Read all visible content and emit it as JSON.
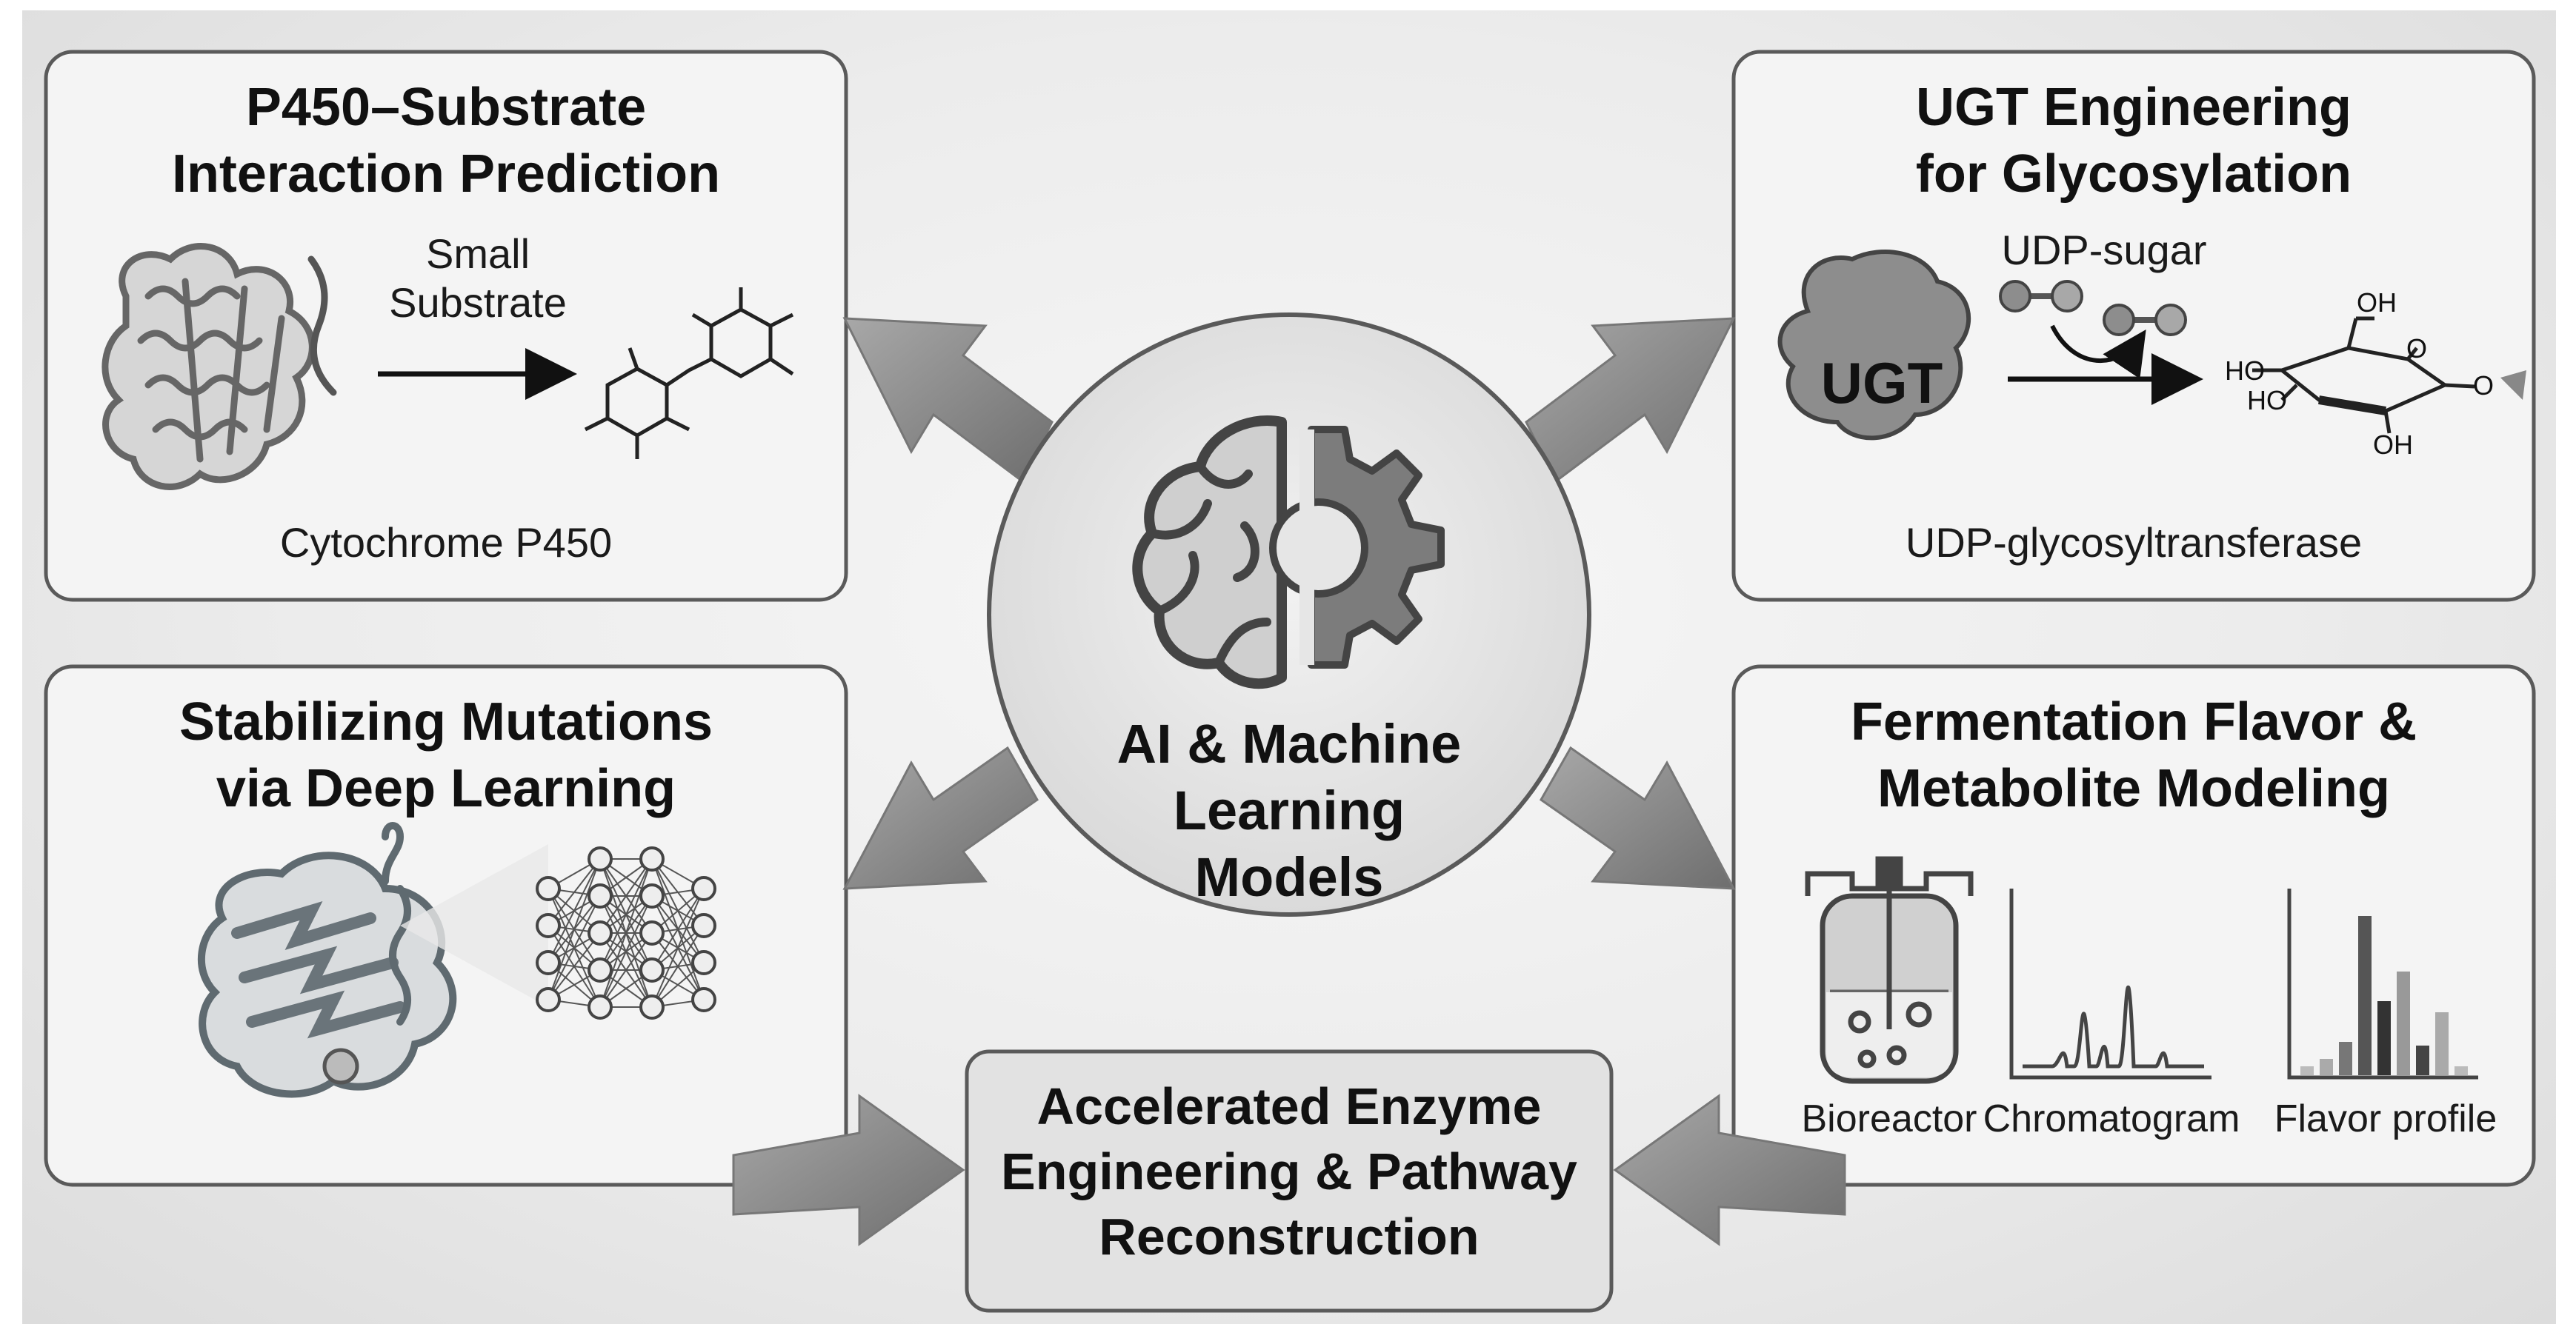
{
  "center": {
    "title_line1": "AI & Machine",
    "title_line2": "Learning Models",
    "icon": "brain-gear-icon"
  },
  "p450": {
    "title_line1": "P450–Substrate",
    "title_line2": "Interaction Prediction",
    "arrow_label_line1": "Small",
    "arrow_label_line2": "Substrate",
    "caption": "Cytochrome P450"
  },
  "ugt": {
    "title_line1": "UGT Engineering",
    "title_line2": "for Glycosylation",
    "enzyme_label": "UGT",
    "cofactor_label": "UDP-sugar",
    "caption": "UDP-glycosyltransferase",
    "oh_labels": [
      "OH",
      "HO",
      "HO",
      "OH",
      "O",
      "O"
    ]
  },
  "stabilizing": {
    "title_line1": "Stabilizing Mutations",
    "title_line2": "via Deep Learning"
  },
  "fermentation": {
    "title_line1": "Fermentation Flavor &",
    "title_line2": "Metabolite Modeling",
    "labels": [
      "Bioreactor",
      "Chromatogram",
      "Flavor profile"
    ]
  },
  "accelerated": {
    "title_line1": "Accelerated Enzyme",
    "title_line2": "Engineering & Pathway",
    "title_line3": "Reconstruction"
  },
  "colors": {
    "panel_border": "#555555",
    "arrow": "#8a8a8a",
    "protein": "#6f6f6f",
    "circle_fill": "#e6e6e6"
  }
}
